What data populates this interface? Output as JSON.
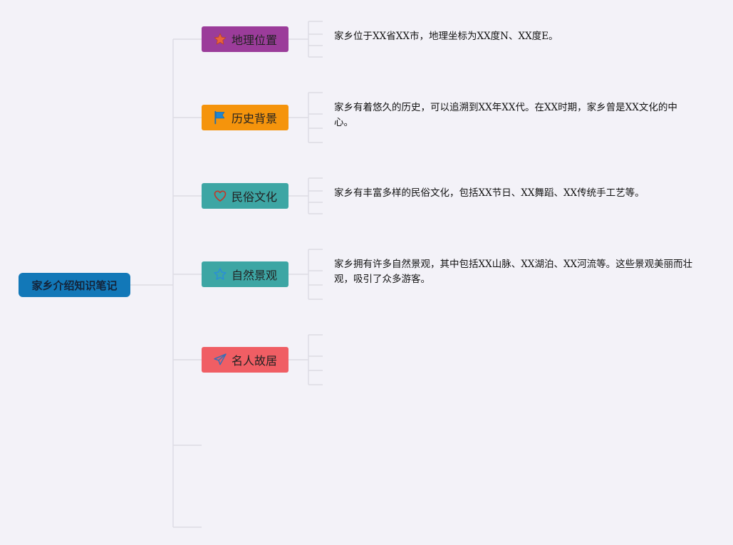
{
  "root": {
    "label": "家乡介绍知识笔记"
  },
  "branches": [
    {
      "label": "地理位置",
      "color": "#9b3c9a",
      "icon": "star-filled-icon",
      "note": "家乡位于XX省XX市，地理坐标为XX度N、XX度E。"
    },
    {
      "label": "历史背景",
      "color": "#f5940c",
      "icon": "flag-icon",
      "note": "家乡有着悠久的历史，可以追溯到XX年XX代。在XX时期，家乡曾是XX文化的中心。"
    },
    {
      "label": "民俗文化",
      "color": "#3da6a4",
      "icon": "heart-outline-icon",
      "note": "家乡有丰富多样的民俗文化，包括XX节日、XX舞蹈、XX传统手工艺等。"
    },
    {
      "label": "自然景观",
      "color": "#3da6a4",
      "icon": "star-outline-icon",
      "note": "家乡拥有许多自然景观，其中包括XX山脉、XX湖泊、XX河流等。这些景观美丽而壮观，吸引了众多游客。"
    },
    {
      "label": "名人故居",
      "color": "#f05e64",
      "icon": "paper-plane-icon",
      "note": ""
    }
  ]
}
